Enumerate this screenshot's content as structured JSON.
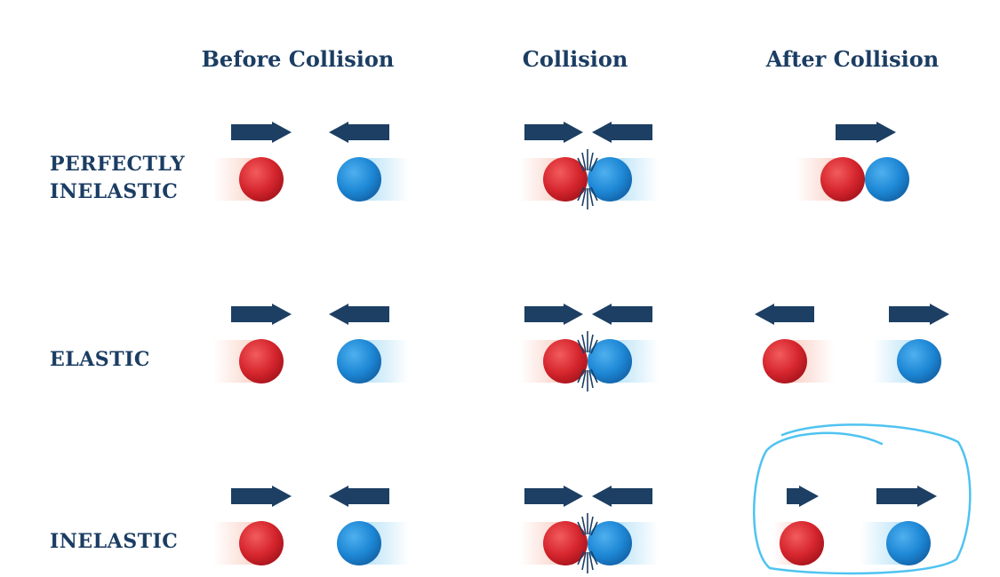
{
  "column_headers": [
    "Before Collision",
    "Collision",
    "After Collision"
  ],
  "row_labels": [
    [
      "PERFECTLY",
      "INELASTIC"
    ],
    [
      "ELASTIC"
    ],
    [
      "INELASTIC"
    ]
  ],
  "colors": {
    "text": "#1b3d63",
    "arrow": "#1c3f63",
    "red_ball": "#d6262e",
    "blue_ball": "#1e88d6",
    "highlight_ring": "#4fc3f0"
  },
  "annotation": "hand-drawn cyan circle around inelastic after-collision outcome"
}
